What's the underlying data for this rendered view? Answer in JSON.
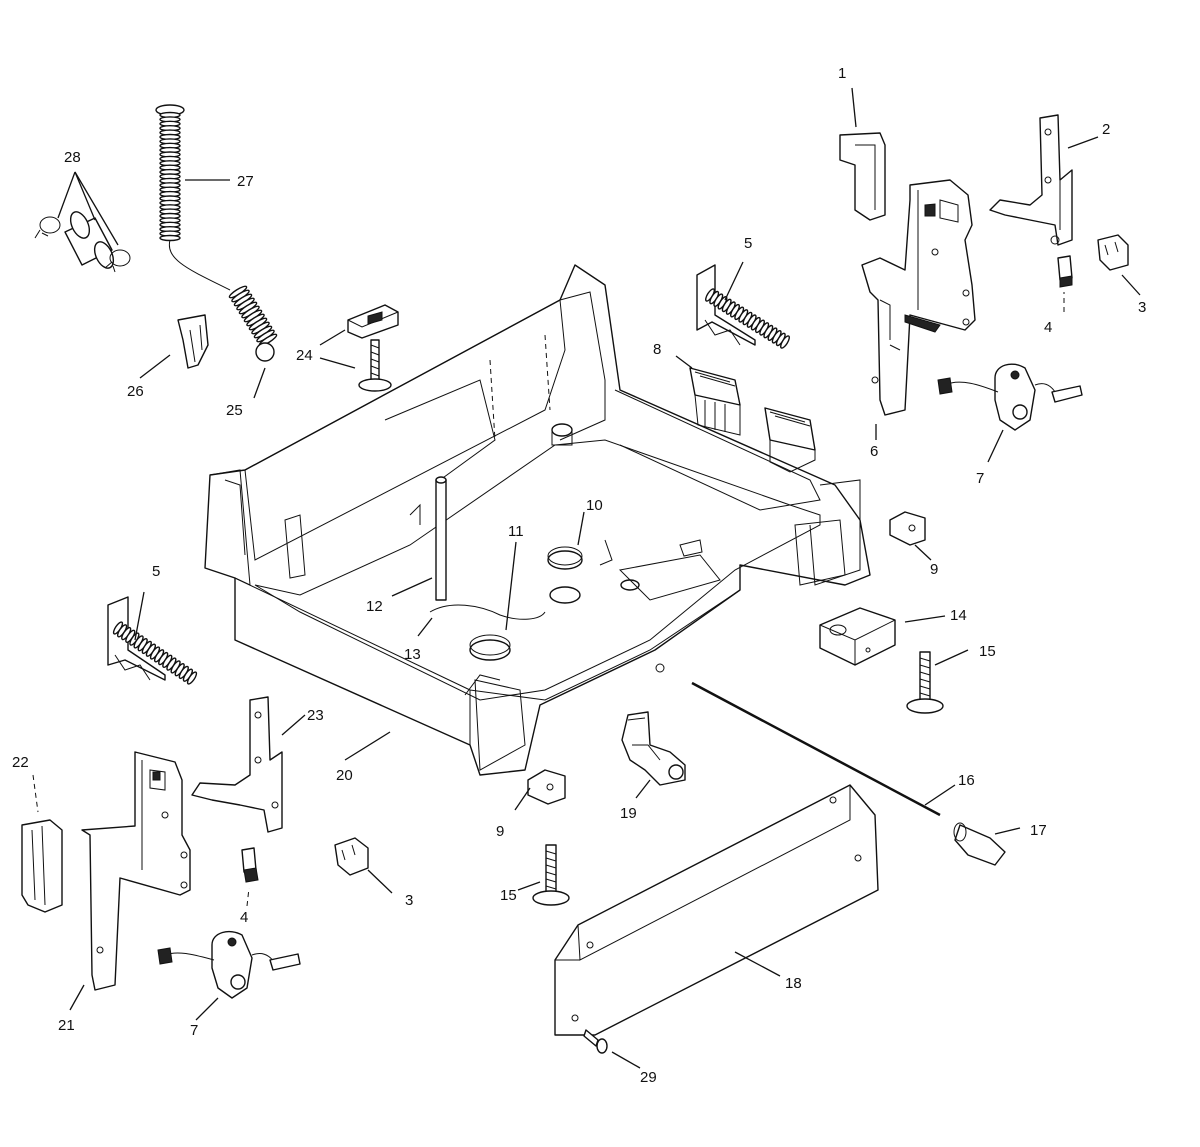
{
  "diagram": {
    "callouts": [
      {
        "id": "c1",
        "text": "1"
      },
      {
        "id": "c2",
        "text": "2"
      },
      {
        "id": "c3a",
        "text": "3"
      },
      {
        "id": "c4a",
        "text": "4"
      },
      {
        "id": "c5a",
        "text": "5"
      },
      {
        "id": "c6",
        "text": "6"
      },
      {
        "id": "c7a",
        "text": "7"
      },
      {
        "id": "c8",
        "text": "8"
      },
      {
        "id": "c9a",
        "text": "9"
      },
      {
        "id": "c10",
        "text": "10"
      },
      {
        "id": "c11",
        "text": "11"
      },
      {
        "id": "c12",
        "text": "12"
      },
      {
        "id": "c13",
        "text": "13"
      },
      {
        "id": "c14",
        "text": "14"
      },
      {
        "id": "c15a",
        "text": "15"
      },
      {
        "id": "c5b",
        "text": "5"
      },
      {
        "id": "c16",
        "text": "16"
      },
      {
        "id": "c17",
        "text": "17"
      },
      {
        "id": "c18",
        "text": "18"
      },
      {
        "id": "c19",
        "text": "19"
      },
      {
        "id": "c20",
        "text": "20"
      },
      {
        "id": "c21",
        "text": "21"
      },
      {
        "id": "c22",
        "text": "22"
      },
      {
        "id": "c23",
        "text": "23"
      },
      {
        "id": "c24",
        "text": "24"
      },
      {
        "id": "c25",
        "text": "25"
      },
      {
        "id": "c26",
        "text": "26"
      },
      {
        "id": "c27",
        "text": "27"
      },
      {
        "id": "c28",
        "text": "28"
      },
      {
        "id": "c29",
        "text": "29"
      },
      {
        "id": "c9b",
        "text": "9"
      },
      {
        "id": "c15b",
        "text": "15"
      },
      {
        "id": "c3b",
        "text": "3"
      },
      {
        "id": "c4b",
        "text": "4"
      },
      {
        "id": "c7b",
        "text": "7"
      }
    ]
  }
}
